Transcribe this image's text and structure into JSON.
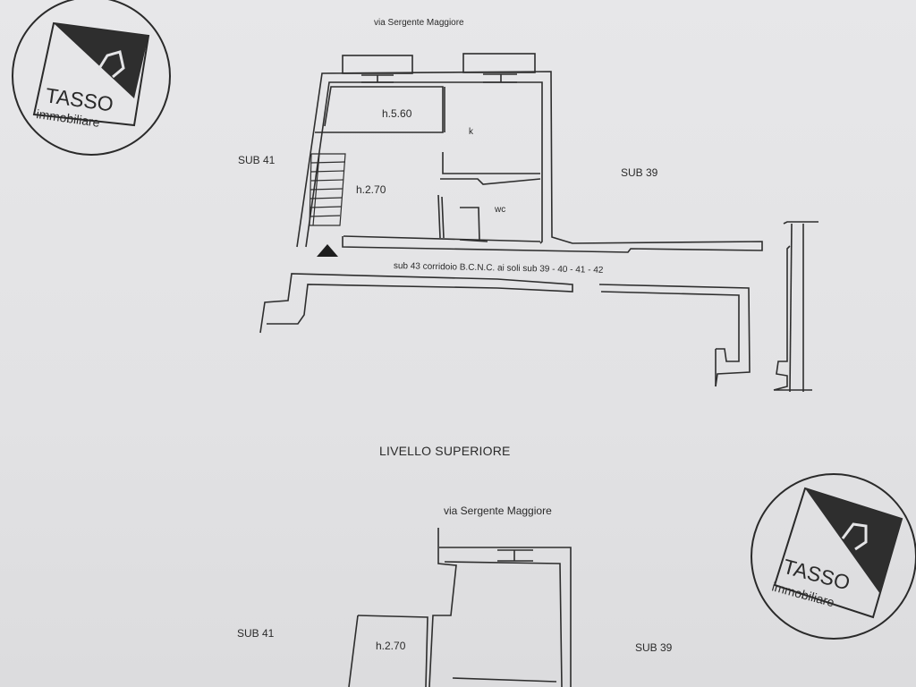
{
  "stamp": {
    "brand": "TASSO",
    "tagline": "immobiliare"
  },
  "ground_floor": {
    "street": "via Sergente Maggiore",
    "left_neighbor": "SUB 41",
    "right_neighbor": "SUB 39",
    "rooms": [
      {
        "label": "h.5.60"
      },
      {
        "label": "k"
      },
      {
        "label": "h.2.70"
      },
      {
        "label": "wc"
      }
    ],
    "corridor": "sub 43 corridoio B.C.N.C. ai soli sub 39 - 40 - 41 - 42"
  },
  "upper_level": {
    "title": "LIVELLO SUPERIORE",
    "street": "via Sergente Maggiore",
    "left_neighbor": "SUB 41",
    "right_neighbor": "SUB 39",
    "rooms": [
      {
        "label": "h.2.70"
      }
    ]
  },
  "colors": {
    "paper": "#e4e4e6",
    "ink": "#2a2a2a"
  }
}
